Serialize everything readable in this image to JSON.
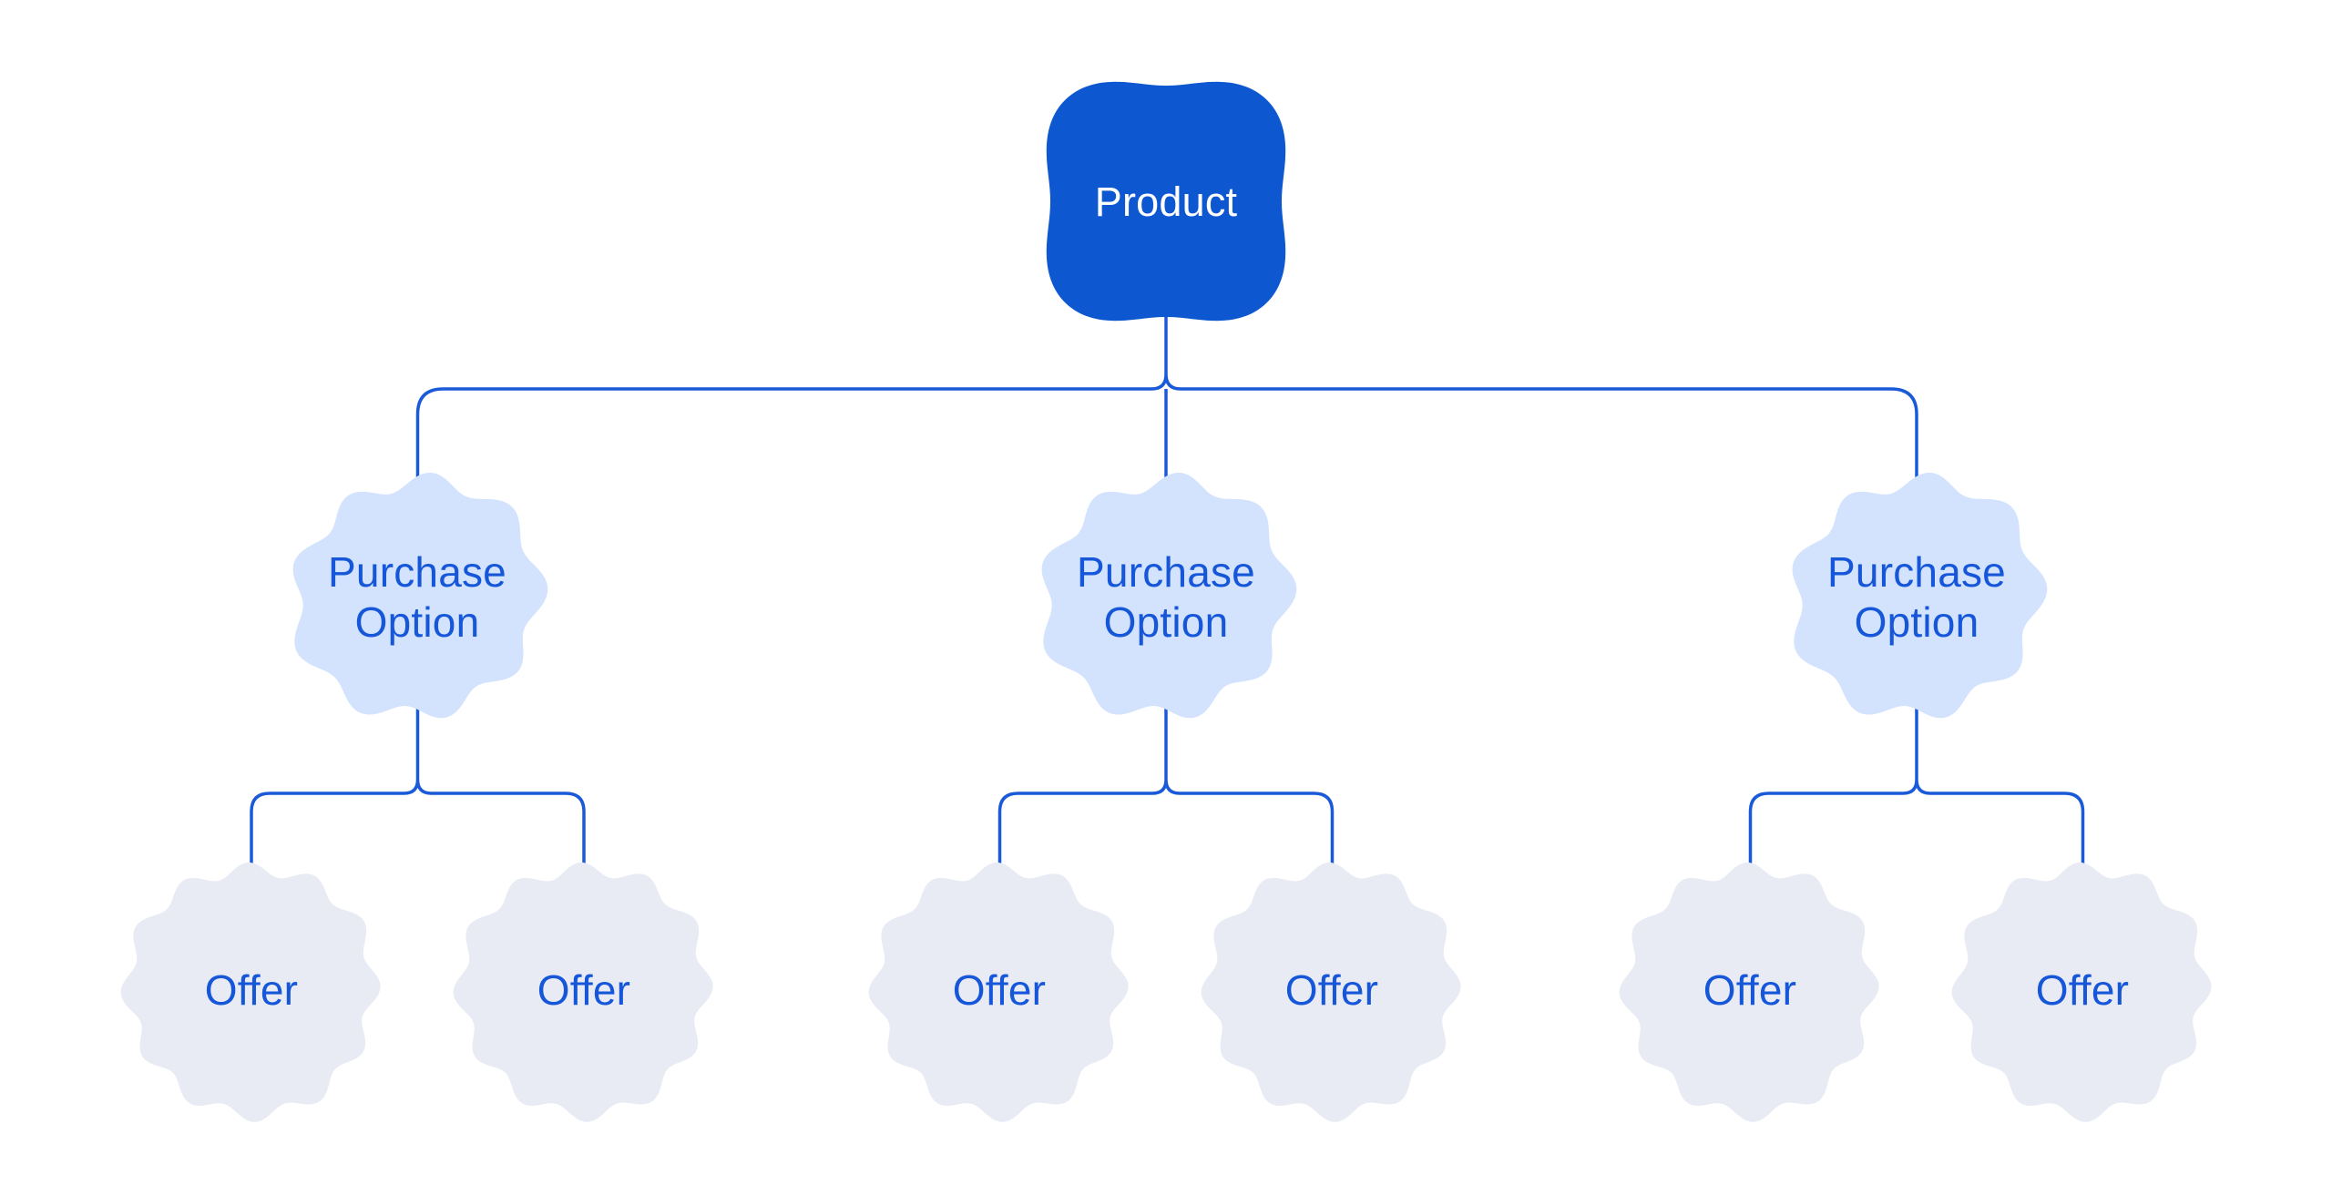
{
  "diagram": {
    "description": "Product hierarchy tree diagram",
    "tree": {
      "root": {
        "label": "Product"
      },
      "branches": [
        {
          "label": "Purchase Option",
          "offers": [
            {
              "label": "Offer"
            },
            {
              "label": "Offer"
            }
          ]
        },
        {
          "label": "Purchase Option",
          "offers": [
            {
              "label": "Offer"
            },
            {
              "label": "Offer"
            }
          ]
        },
        {
          "label": "Purchase Option",
          "offers": [
            {
              "label": "Offer"
            },
            {
              "label": "Offer"
            }
          ]
        }
      ]
    }
  },
  "colors": {
    "background": "#FFFFFF",
    "root_fill": "#0D57D1",
    "root_text": "#FFFFFF",
    "branch_fill": "#D3E3FD",
    "leaf_fill": "#E8EBF4",
    "connector": "#1A5AD8",
    "node_text": "#1657D9"
  }
}
